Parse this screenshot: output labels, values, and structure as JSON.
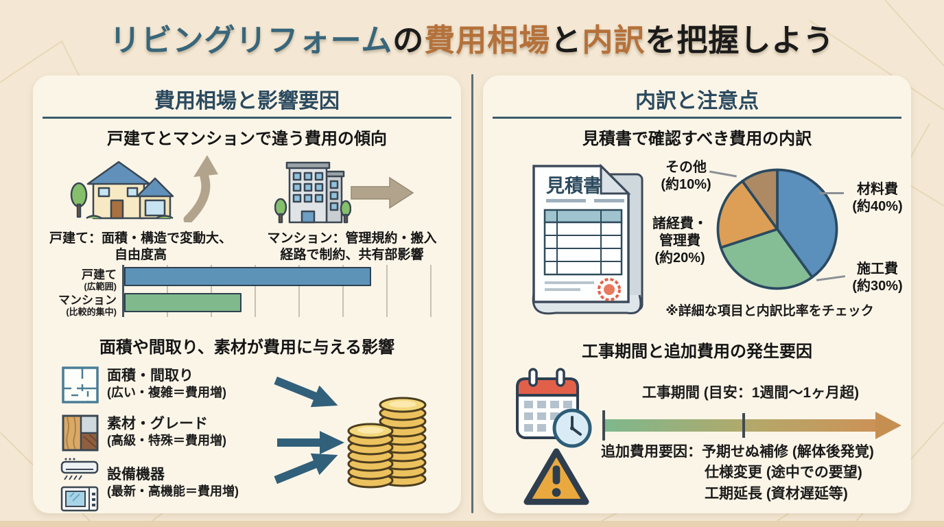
{
  "title": {
    "part1": "リビングリフォーム",
    "part2": "の",
    "part3": "費用相場",
    "part4": "と",
    "part5": "内訳",
    "part6": "を把握しよう",
    "accent_teal": "#39667a",
    "accent_brown": "#b5713a"
  },
  "left_panel": {
    "header": "費用相場と影響要因",
    "section1": {
      "heading": "戸建てとマンションで違う費用の傾向",
      "house_caption": "戸建て：面積・構造で変動大、\n自由度高",
      "building_caption": "マンション：管理規約・搬入\n経路で制約、共有部影響"
    },
    "section2": {
      "heading": "面積や間取り、素材が費用に与える影響",
      "items": [
        {
          "title": "面積・間取り",
          "subtitle": "(広い・複雑＝費用増)",
          "icon": "floorplan-icon"
        },
        {
          "title": "素材・グレード",
          "subtitle": "(高級・特殊＝費用増)",
          "icon": "materials-icon"
        },
        {
          "title": "設備機器",
          "subtitle": "(最新・高機能＝費用増)",
          "icon": "appliances-icon"
        }
      ]
    }
  },
  "right_panel": {
    "header": "内訳と注意点",
    "section1": {
      "heading": "見積書で確認すべき費用の内訳",
      "document_title": "見積書",
      "note": "※詳細な項目と内訳比率をチェック"
    },
    "section2": {
      "heading": "工事期間と追加費用の発生要因",
      "timeline_label": "工事期間 (目安：1週間〜1ヶ月超)",
      "cost_line1": "追加費用要因：予期せぬ補修 (解体後発覚)",
      "cost_line2": "仕様変更 (途中での要望)",
      "cost_line3": "工期延長 (資材遅延等)"
    }
  },
  "chart_data": [
    {
      "type": "bar",
      "location": "left-panel cost range comparison",
      "orientation": "horizontal",
      "categories": [
        {
          "main": "戸建て",
          "sub": "(広範囲)"
        },
        {
          "main": "マンション",
          "sub": "(比較的集中)"
        }
      ],
      "values": [
        80,
        38
      ],
      "max": 100,
      "colors": [
        "#5e93b8",
        "#7fb98c"
      ],
      "grid": true,
      "note": "relative cost-range width, no numeric axis labels shown"
    },
    {
      "type": "pie",
      "location": "right-panel quotation breakdown",
      "start_angle": "top",
      "direction": "clockwise",
      "outline": "#2b4a60",
      "slices": [
        {
          "label": "材料費",
          "label_display": "材料費\n(約40%)",
          "value": 40,
          "color": "#5b8fbc"
        },
        {
          "label": "施工費",
          "label_display": "施工費\n(約30%)",
          "value": 30,
          "color": "#85bd95"
        },
        {
          "label": "諸経費・管理費",
          "label_display": "諸経費・\n管理費\n(約20%)",
          "value": 20,
          "color": "#dd9f55"
        },
        {
          "label": "その他",
          "label_display": "その他\n(約10%)",
          "value": 10,
          "color": "#ad8a64"
        }
      ]
    }
  ]
}
